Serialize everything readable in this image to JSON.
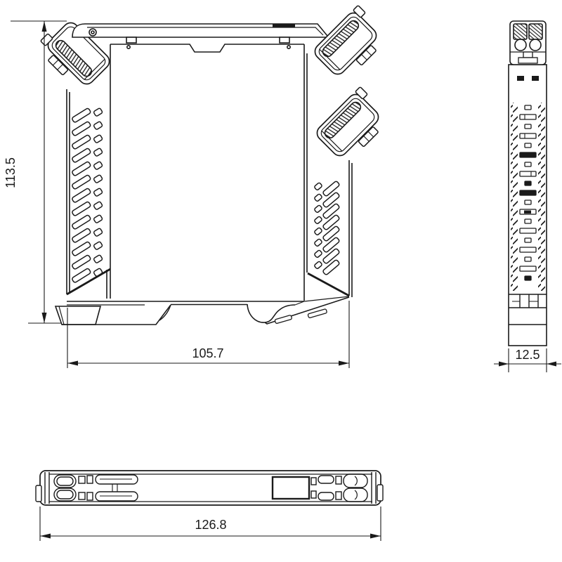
{
  "drawing": {
    "line_color": "#1a1a1a",
    "background_color": "#ffffff",
    "dims": {
      "front_height": "113.5",
      "front_width": "105.7",
      "side_width": "12.5",
      "bottom_length": "126.8"
    }
  }
}
